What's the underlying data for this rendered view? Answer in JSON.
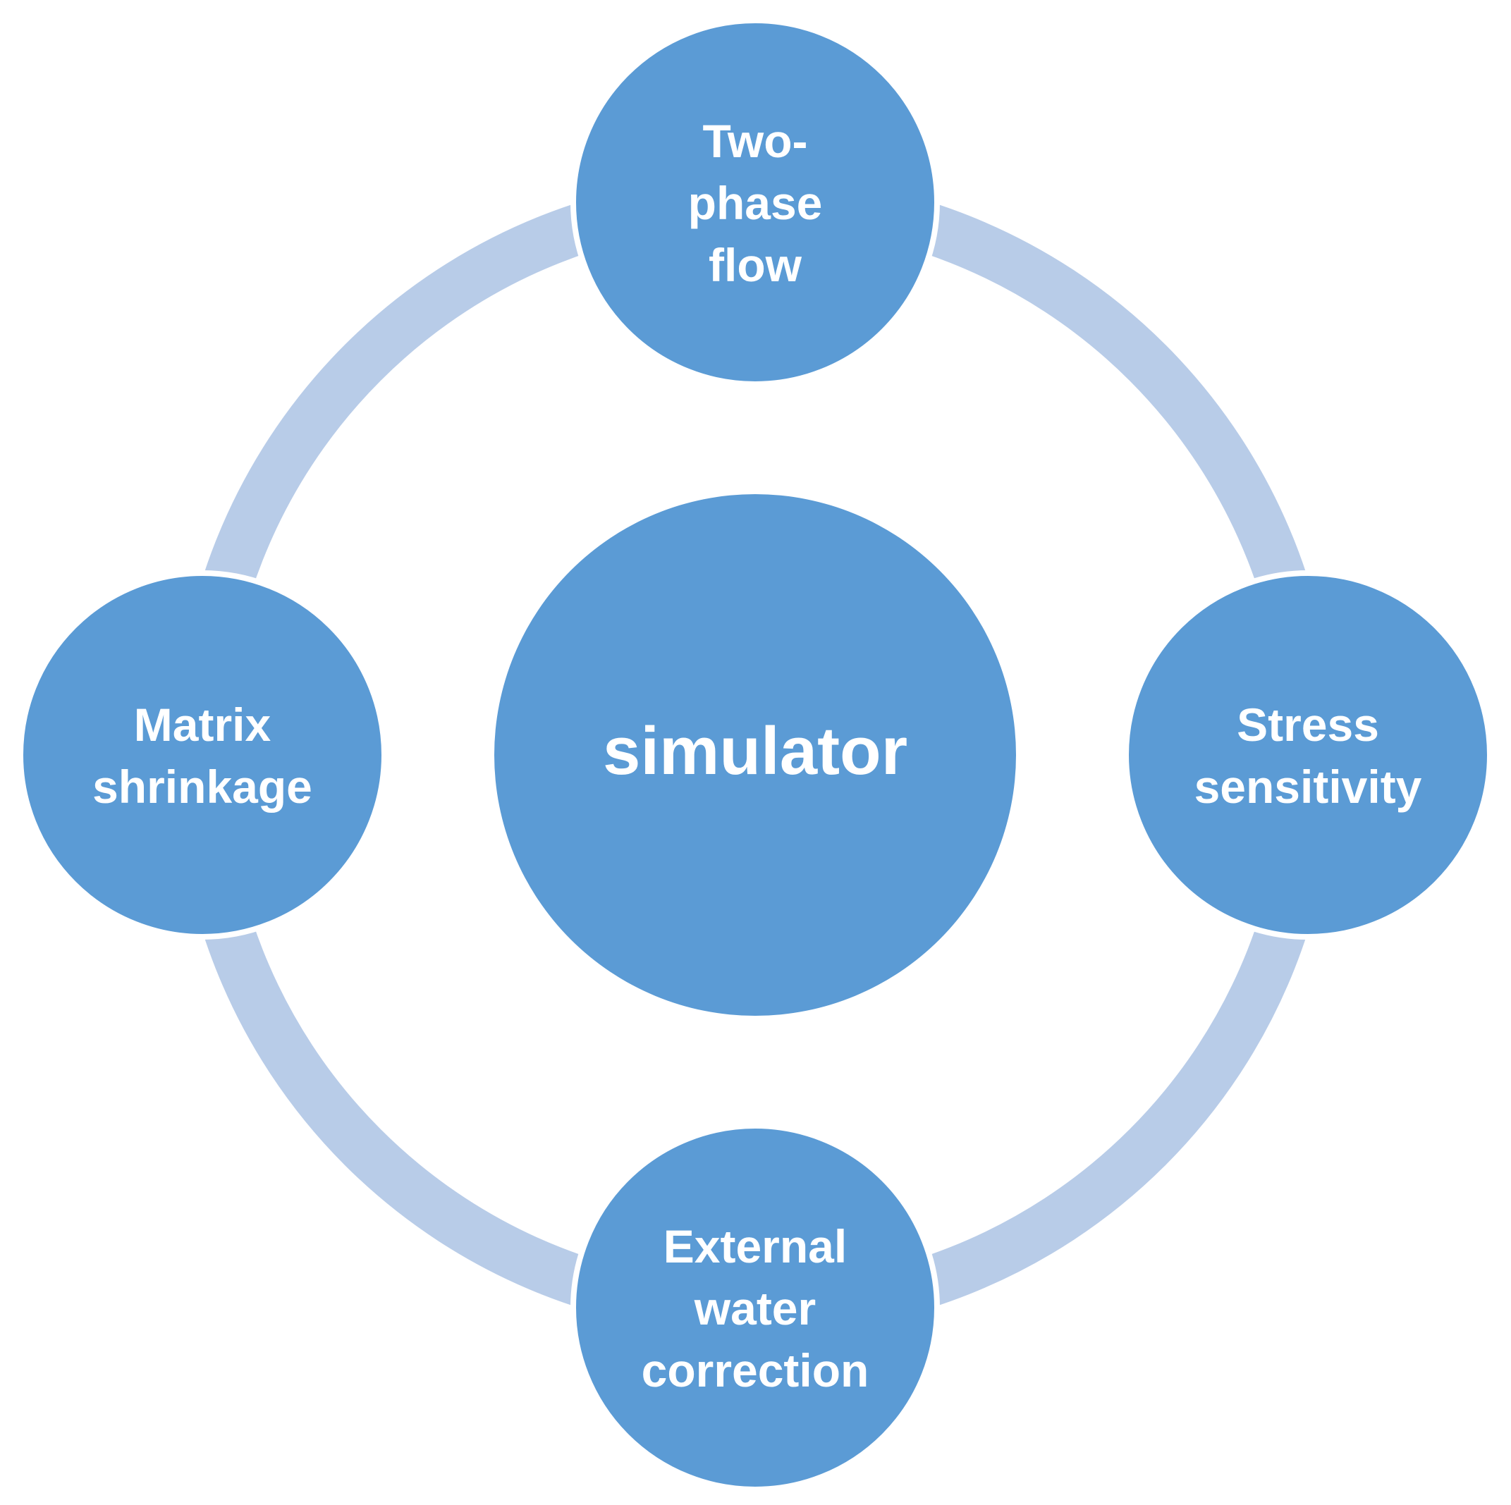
{
  "colors": {
    "ring": "#b8cce8",
    "node_fill": "#5b9bd5",
    "node_border": "#ffffff",
    "text": "#ffffff",
    "background": "#ffffff"
  },
  "center": {
    "label": "simulator"
  },
  "nodes": [
    {
      "id": "top",
      "lines": [
        "Two-",
        "phase",
        "flow"
      ]
    },
    {
      "id": "right",
      "lines": [
        "Stress",
        "sensitivity"
      ]
    },
    {
      "id": "bottom",
      "lines": [
        "External",
        "water",
        "correction"
      ]
    },
    {
      "id": "left",
      "lines": [
        "Matrix",
        "shrinkage"
      ]
    }
  ]
}
